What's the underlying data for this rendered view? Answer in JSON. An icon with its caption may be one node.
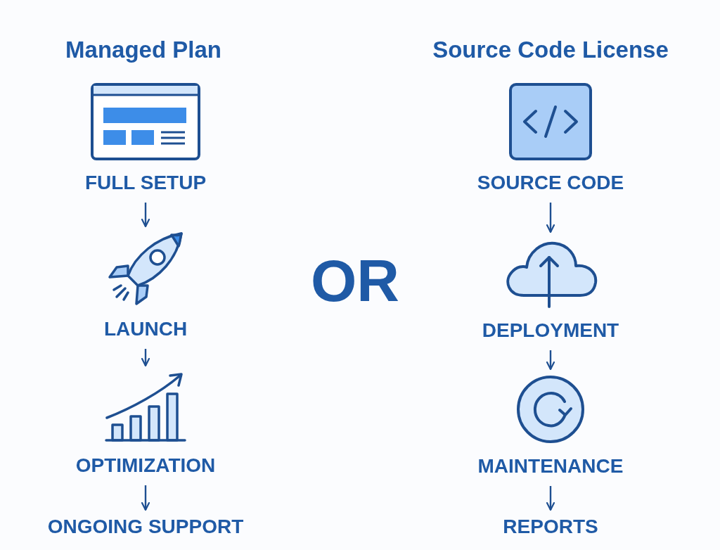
{
  "diagram": {
    "nodes": [
      {
        "text": [
          "FULL SETUP"
        ]
      },
      {
        "text": [
          "LAUNCH"
        ]
      },
      {
        "text": [
          "OPTIMIZATION"
        ]
      },
      {
        "text": [
          "ONGOING SUPPORT"
        ]
      },
      {
        "text": [
          "SOURCE CODE"
        ]
      },
      {
        "text": [
          "DEPLOYMENT"
        ]
      },
      {
        "text": [
          "MAINTENANCE"
        ]
      },
      {
        "text": [
          "REPORTS"
        ]
      }
    ],
    "edges": [
      {
        "from": 0,
        "to": 1,
        "arrow": "to"
      },
      {
        "from": 1,
        "to": 2,
        "arrow": "to"
      },
      {
        "from": 2,
        "to": 3,
        "arrow": "to"
      },
      {
        "from": 4,
        "to": 5,
        "arrow": "to"
      },
      {
        "from": 5,
        "to": 6,
        "arrow": "to"
      },
      {
        "from": 6,
        "to": 7,
        "arrow": "to"
      }
    ],
    "labels": [
      "Managed Plan",
      "Source Code License",
      "OR"
    ]
  }
}
